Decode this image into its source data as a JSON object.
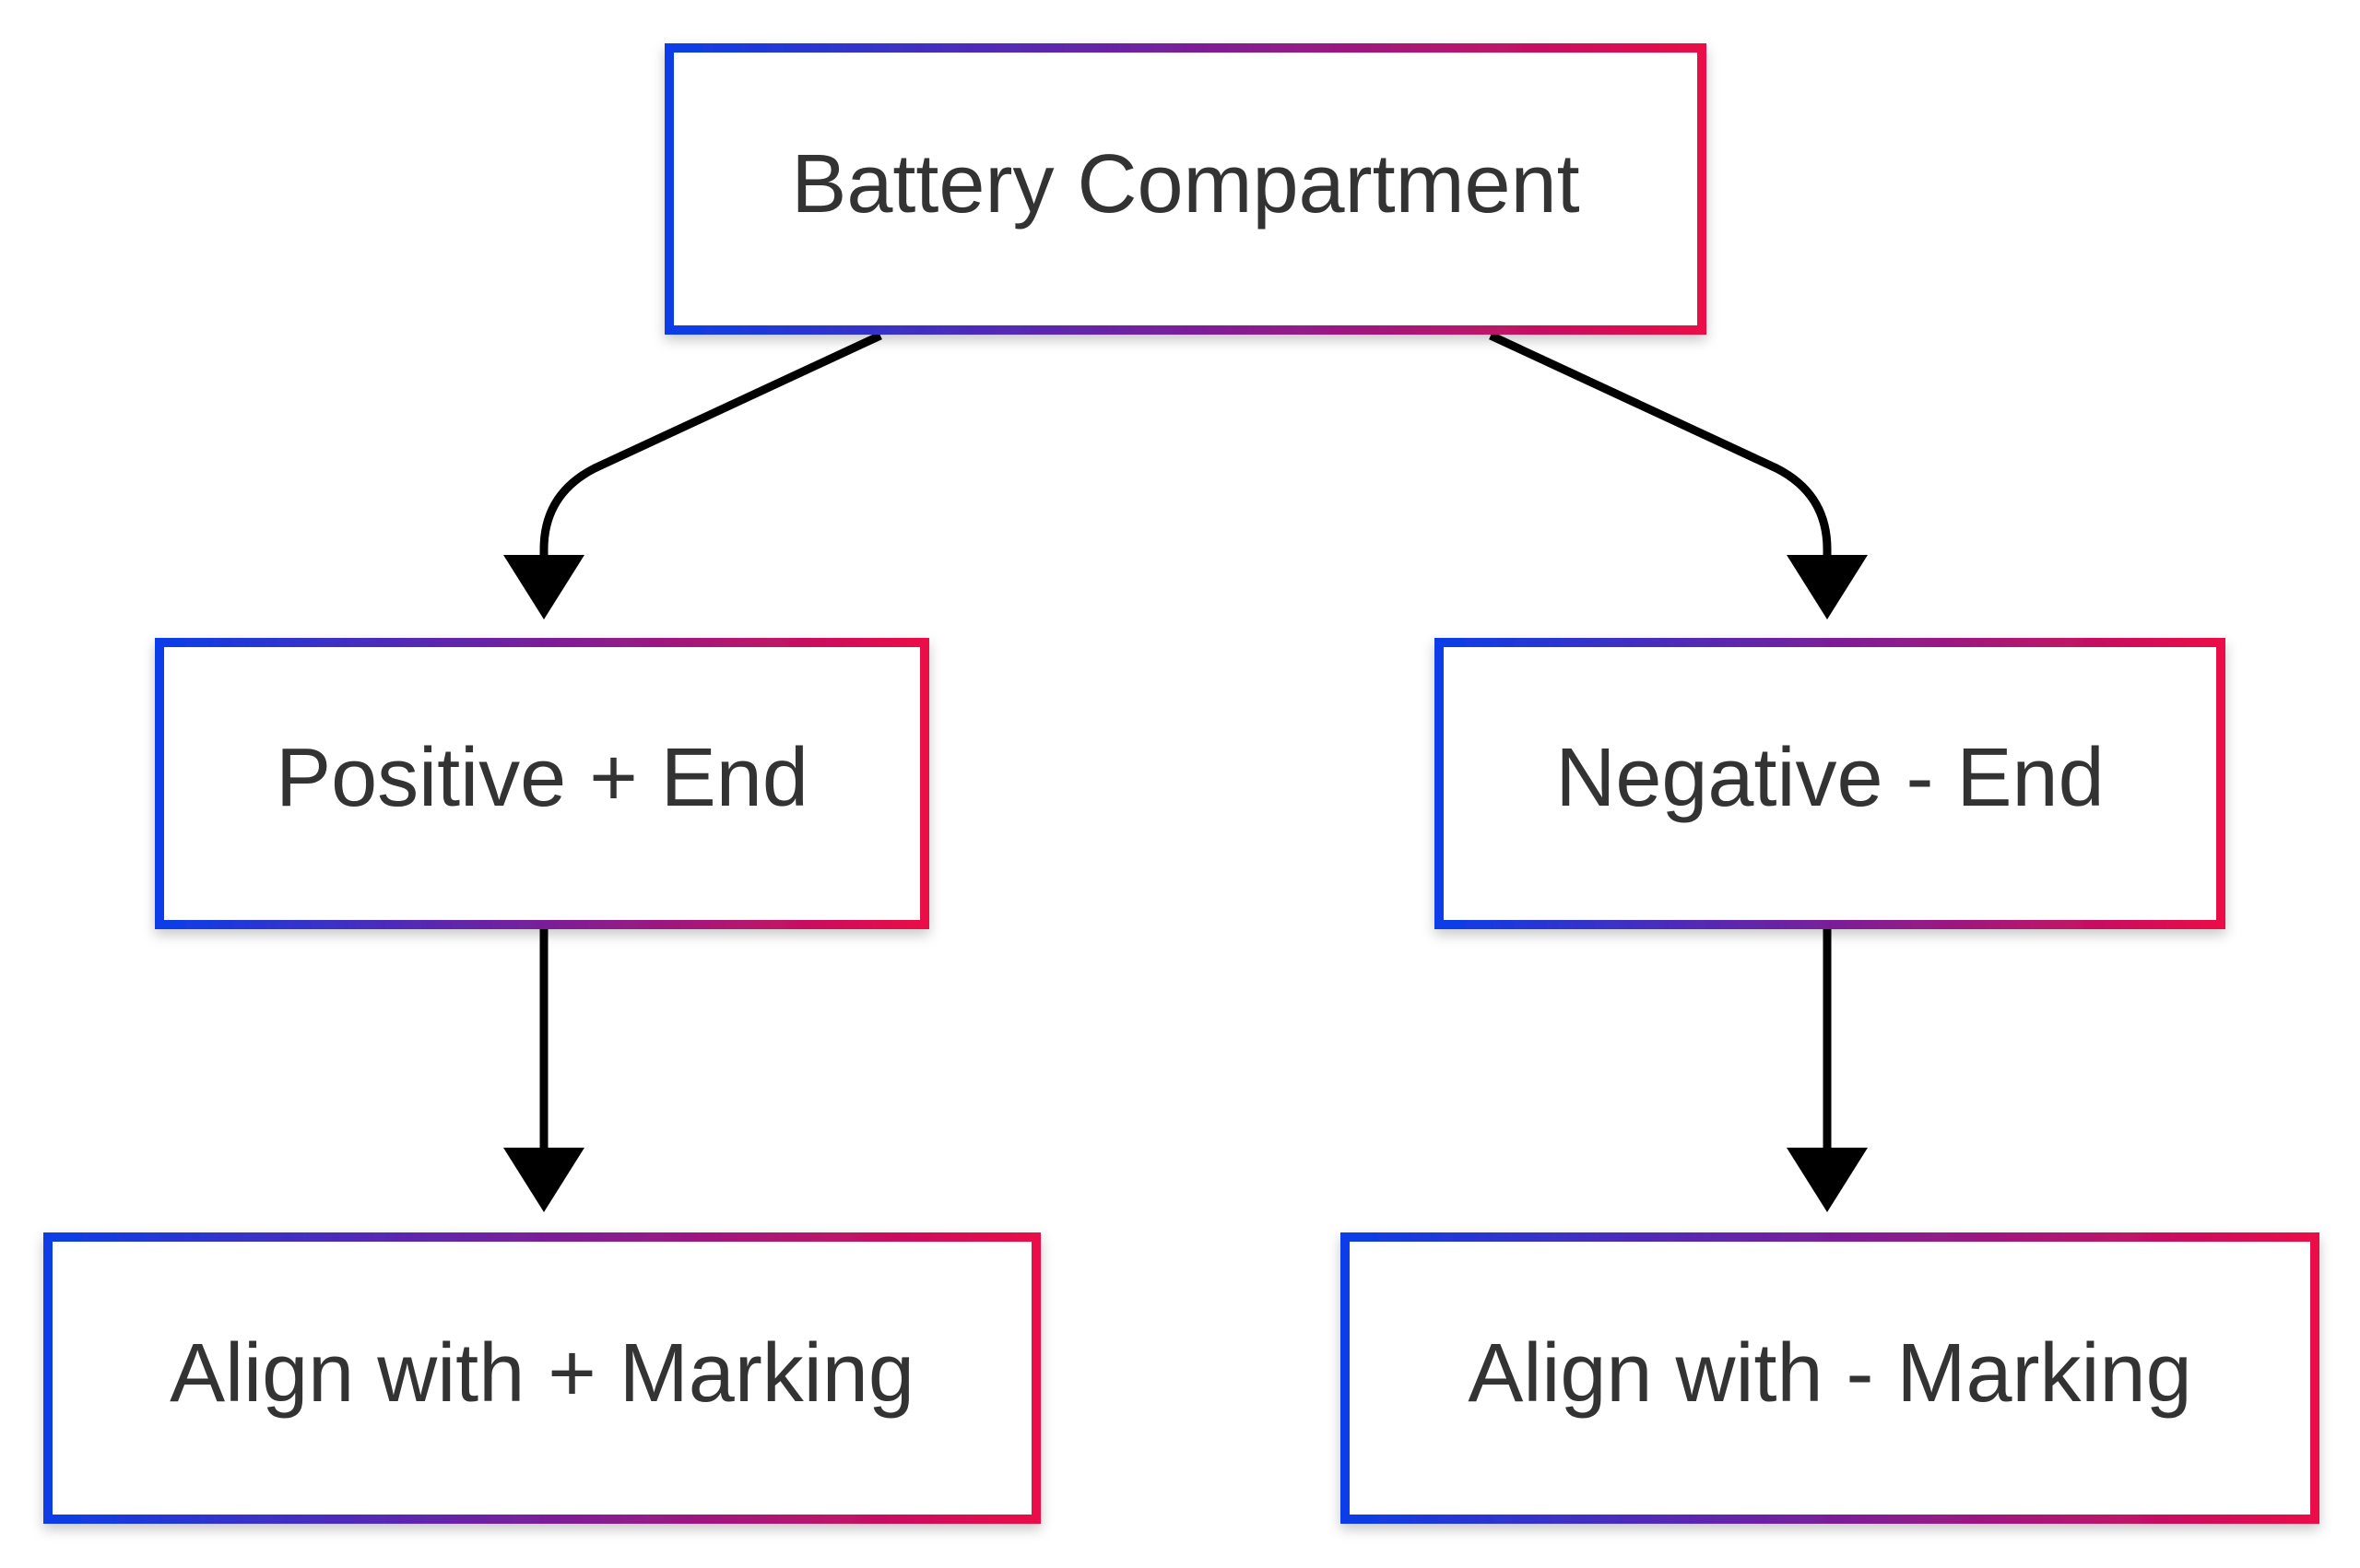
{
  "colors": {
    "border_gradient_start": "#0a3ee8",
    "border_gradient_mid": "#7a1f9a",
    "border_gradient_end": "#ea0a47",
    "node_fill": "#ffffff",
    "text": "#333333",
    "edge": "#000000"
  },
  "nodes": {
    "battery_compartment": "Battery Compartment",
    "positive_end": "Positive + End",
    "negative_end": "Negative - End",
    "align_plus": "Align with + Marking",
    "align_minus": "Align with - Marking"
  },
  "edges": [
    {
      "from": "battery_compartment",
      "to": "positive_end"
    },
    {
      "from": "battery_compartment",
      "to": "negative_end"
    },
    {
      "from": "positive_end",
      "to": "align_plus"
    },
    {
      "from": "negative_end",
      "to": "align_minus"
    }
  ]
}
